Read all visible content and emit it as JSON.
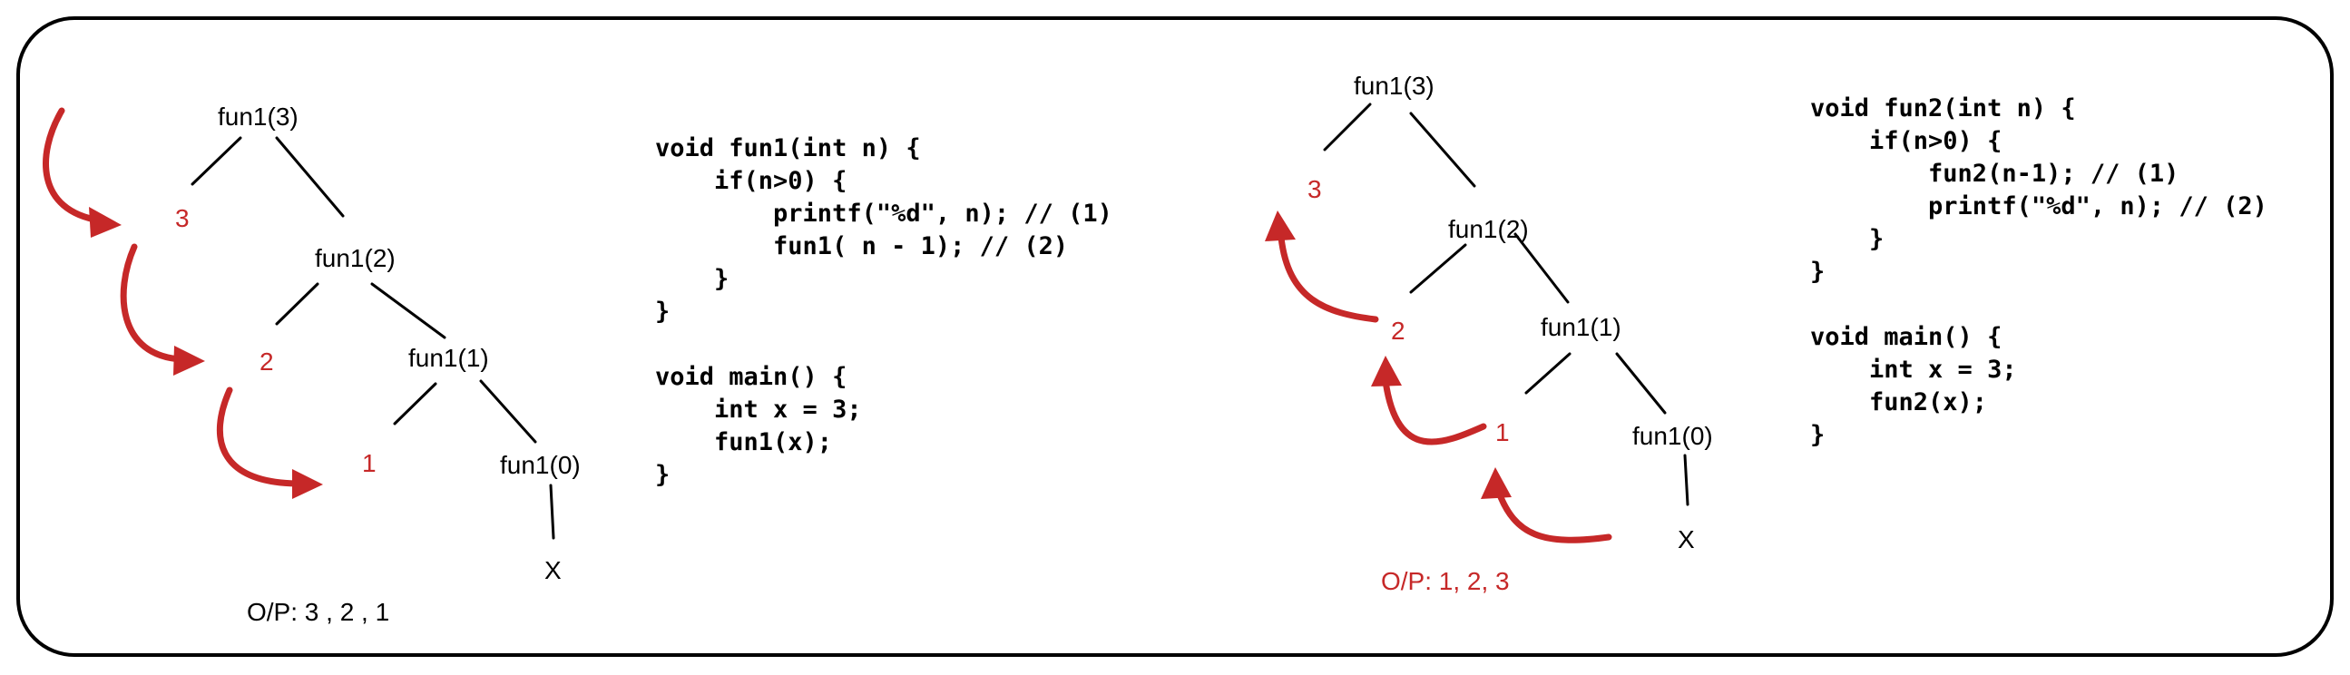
{
  "left": {
    "nodes": {
      "fun1_3": "fun1(3)",
      "fun1_2": "fun1(2)",
      "fun1_1": "fun1(1)",
      "fun1_0": "fun1(0)",
      "x": "X"
    },
    "outputs": {
      "three": "3",
      "two": "2",
      "one": "1"
    },
    "result": "O/P: 3 , 2 , 1",
    "code": [
      "void fun1(int n) {",
      "    if(n>0) {",
      "        printf(\"%d\", n); // (1)",
      "        fun1( n - 1); // (2)",
      "    }",
      "}",
      "",
      "void main() {",
      "    int x = 3;",
      "    fun1(x);",
      "}"
    ]
  },
  "right": {
    "nodes": {
      "fun1_3": "fun1(3)",
      "fun1_2": "fun1(2)",
      "fun1_1": "fun1(1)",
      "fun1_0": "fun1(0)",
      "x": "X"
    },
    "outputs": {
      "three": "3",
      "two": "2",
      "one": "1"
    },
    "result": "O/P: 1, 2, 3",
    "code": [
      "void fun2(int n) {",
      "    if(n>0) {",
      "        fun2(n-1); // (1)",
      "        printf(\"%d\", n); // (2)",
      "    }",
      "}",
      "",
      "void main() {",
      "    int x = 3;",
      "    fun2(x);",
      "}"
    ]
  },
  "colors": {
    "ink": "#000000",
    "accent": "#c62828"
  }
}
